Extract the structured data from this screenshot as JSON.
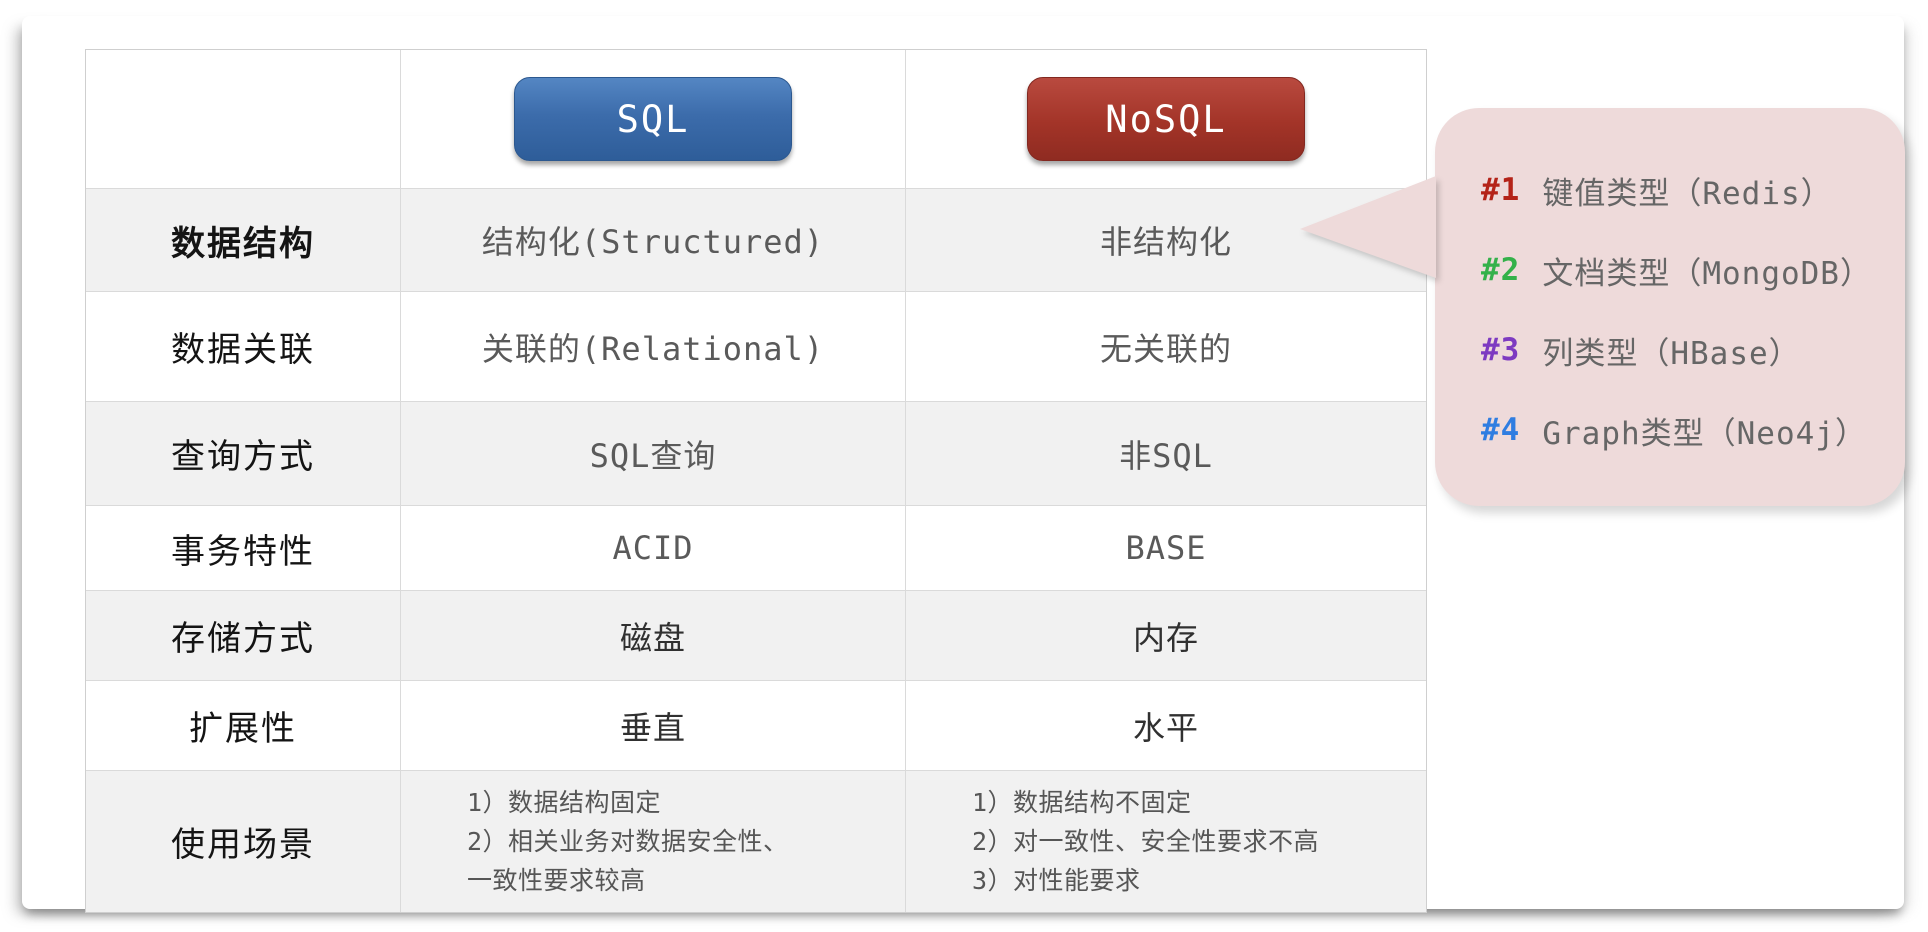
{
  "table": {
    "header": {
      "sql_label": "SQL",
      "nosql_label": "NoSQL"
    },
    "rows": [
      {
        "label": "数据结构",
        "sql": "结构化(Structured)",
        "nosql": "非结构化"
      },
      {
        "label": "数据关联",
        "sql": "关联的(Relational)",
        "nosql": "无关联的"
      },
      {
        "label": "查询方式",
        "sql": "SQL查询",
        "nosql": "非SQL"
      },
      {
        "label": "事务特性",
        "sql": "ACID",
        "nosql": "BASE"
      },
      {
        "label": "存储方式",
        "sql": "磁盘",
        "nosql": "内存"
      },
      {
        "label": "扩展性",
        "sql": "垂直",
        "nosql": "水平"
      },
      {
        "label": "使用场景",
        "sql": "1）数据结构固定\n2）相关业务对数据安全性、\n一致性要求较高",
        "nosql": "1）数据结构不固定\n2）对一致性、安全性要求不高\n3）对性能要求"
      }
    ]
  },
  "callout": {
    "items": [
      {
        "num": "#1",
        "label": "键值类型（Redis）",
        "color": "#b42318"
      },
      {
        "num": "#2",
        "label": "文档类型（MongoDB）",
        "color": "#34b14a"
      },
      {
        "num": "#3",
        "label": "列类型（HBase）",
        "color": "#7d3ac1"
      },
      {
        "num": "#4",
        "label": "Graph类型（Neo4j）",
        "color": "#2f7de1"
      }
    ],
    "bg_color": "#eedada",
    "text_color": "#666666"
  },
  "colors": {
    "sql_badge": "#3c6cab",
    "nosql_badge": "#a33428",
    "row_shade": "#f1f1f1",
    "grid_line": "#dadada",
    "value_text": "#5a5a5a",
    "label_text": "#141414"
  }
}
